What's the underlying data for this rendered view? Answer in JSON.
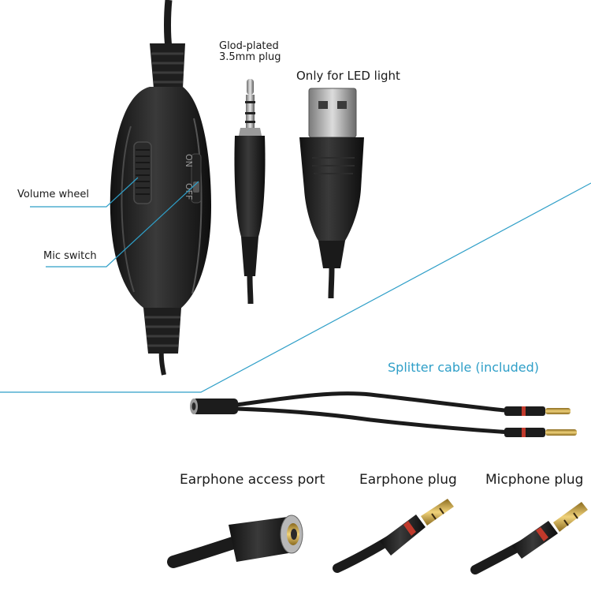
{
  "labels": {
    "plug_line1": "Glod-plated",
    "plug_line2": "3.5mm plug",
    "usb": "Only for LED light",
    "volume": "Volume wheel",
    "mic_switch": "Mic switch",
    "splitter": "Splitter cable (included)",
    "earphone_port": "Earphone access port",
    "earphone_plug": "Earphone plug",
    "micphone_plug": "Micphone plug"
  },
  "controller_text": {
    "on": "ON",
    "off": "OFF"
  },
  "colors": {
    "accent": "#2f9fc8",
    "cable": "#1b1b1b",
    "gold": "#c9a43b",
    "background": "#ffffff"
  }
}
